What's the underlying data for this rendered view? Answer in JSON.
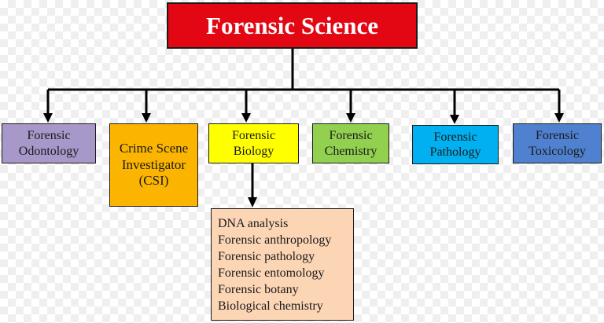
{
  "title": "Forensic Science",
  "colors": {
    "root_fill": "#e30613",
    "odontology_fill": "#a897c9",
    "csi_fill": "#fbb500",
    "biology_fill": "#ffff00",
    "chemistry_fill": "#92d050",
    "pathology_fill": "#00b0f0",
    "toxicology_fill": "#4f81d0",
    "subfields_fill": "#fcd5b5"
  },
  "branches": [
    {
      "id": "odontology",
      "label": "Forensic\nOdontology"
    },
    {
      "id": "csi",
      "label": "Crime Scene\nInvestigator\n(CSI)"
    },
    {
      "id": "biology",
      "label": "Forensic\nBiology"
    },
    {
      "id": "chemistry",
      "label": "Forensic\nChemistry"
    },
    {
      "id": "pathology",
      "label": "Forensic\nPathology"
    },
    {
      "id": "toxicology",
      "label": "Forensic\nToxicology"
    }
  ],
  "biology_subfields": [
    "DNA analysis",
    "Forensic  anthropology",
    "Forensic  pathology",
    "Forensic  entomology",
    "Forensic  botany",
    "Biological  chemistry"
  ]
}
